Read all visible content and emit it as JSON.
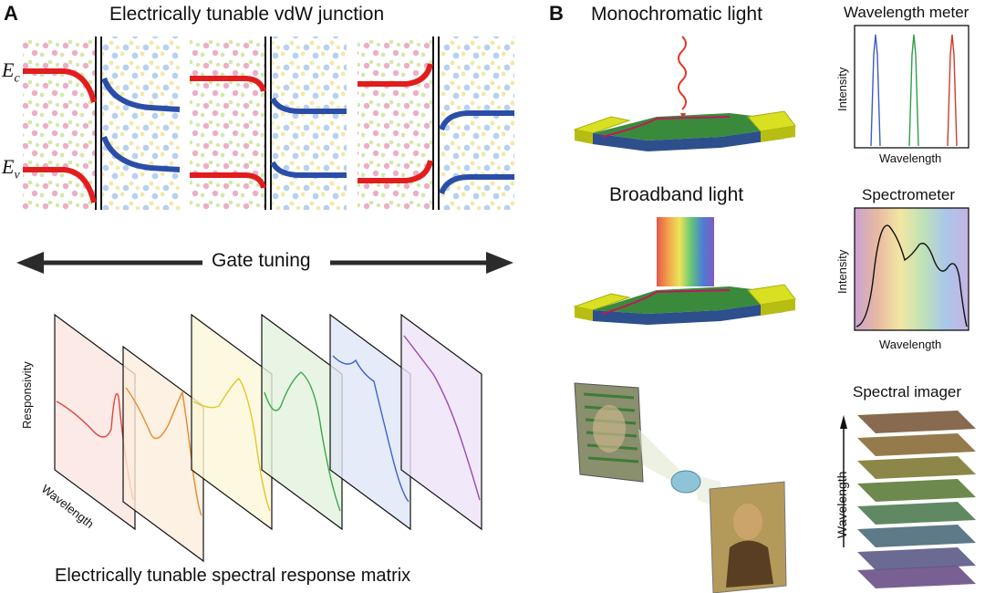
{
  "panel_a": {
    "letter": "A",
    "title": "Electrically tunable vdW junction",
    "ec_label": "E",
    "ec_sub": "c",
    "ev_label": "E",
    "ev_sub": "v",
    "gate_label": "Gate tuning",
    "responsivity_label": "Responsivity",
    "wavelength_label": "Wavelength",
    "caption": "Electrically tunable spectral response matrix"
  },
  "panel_b": {
    "letter": "B",
    "mono_title": "Monochromatic light",
    "broadband_title": "Broadband light",
    "wavelength_meter": {
      "title": "Wavelength meter",
      "ylabel": "Intensity",
      "xlabel": "Wavelength"
    },
    "spectrometer": {
      "title": "Spectrometer",
      "ylabel": "Intensity",
      "xlabel": "Wavelength"
    },
    "spectral_imager": {
      "title": "Spectral imager",
      "axis_label": "Wavelength"
    }
  },
  "colors": {
    "conduction_red": "#e11d1d",
    "valence_blue": "#2a4ea8",
    "arrow": "#2b2b2b",
    "device_yellow": "#d9e021",
    "peak_blue": "#3b5cc4",
    "peak_green": "#2f9e44",
    "peak_red": "#d23a2a"
  }
}
